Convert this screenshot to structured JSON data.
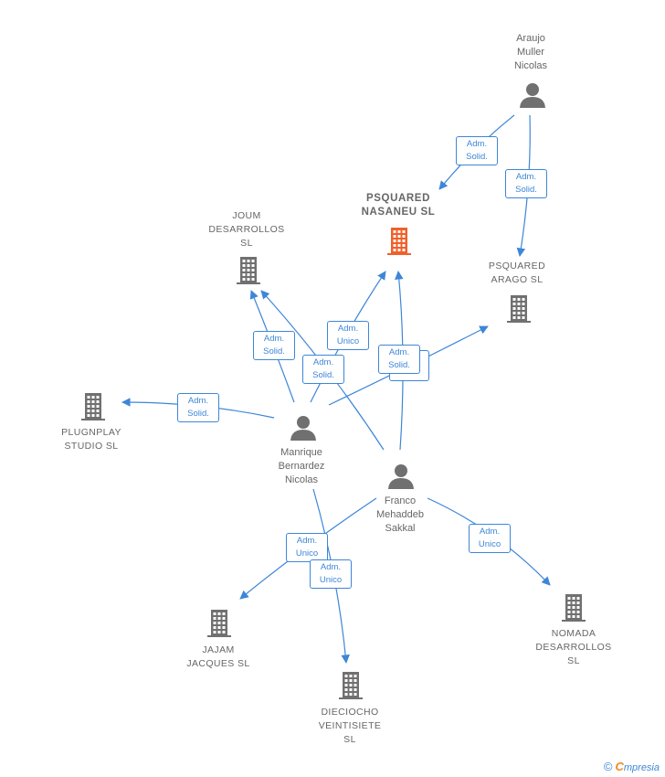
{
  "nodes": {
    "araujo": {
      "label1": "Araujo",
      "label2": "Muller",
      "label3": "Nicolas",
      "icon": "person-icon"
    },
    "psquared_nasaneu": {
      "label1": "PSQUARED",
      "label2": "NASANEU  SL",
      "icon": "building-icon",
      "color": "#f0602a"
    },
    "joum": {
      "label1": "JOUM",
      "label2": "DESARROLLOS",
      "label3": "SL",
      "icon": "building-icon"
    },
    "psquared_arago": {
      "label1": "PSQUARED",
      "label2": "ARAGO  SL",
      "icon": "building-icon"
    },
    "plugnplay": {
      "label1": "PLUGNPLAY",
      "label2": "STUDIO  SL",
      "icon": "building-icon"
    },
    "manrique": {
      "label1": "Manrique",
      "label2": "Bernardez",
      "label3": "Nicolas",
      "icon": "person-icon"
    },
    "franco": {
      "label1": "Franco",
      "label2": "Mehaddeb",
      "label3": "Sakkal",
      "icon": "person-icon"
    },
    "jajam": {
      "label1": "JAJAM",
      "label2": "JACQUES  SL",
      "icon": "building-icon"
    },
    "dieciocho": {
      "label1": "DIECIOCHO",
      "label2": "VEINTISIETE",
      "label3": "SL",
      "icon": "building-icon"
    },
    "nomada": {
      "label1": "NOMADA",
      "label2": "DESARROLLOS",
      "label3": "SL",
      "icon": "building-icon"
    }
  },
  "relations": {
    "r1": {
      "line1": "Adm.",
      "line2": "Solid."
    },
    "r2": {
      "line1": "Adm.",
      "line2": "Solid."
    },
    "r3": {
      "line1": "Adm.",
      "line2": "Solid."
    },
    "r4": {
      "line1": "Adm.",
      "line2": "Solid."
    },
    "r5": {
      "line1": "Adm.",
      "line2": "Unico"
    },
    "r6": {
      "line1": "Adm.",
      "line2": "Solid."
    },
    "r7": {
      "line1": "Adm.",
      "line2": "Solid."
    },
    "r8": {
      "line1": "Adm.",
      "line2": "Unico"
    },
    "r9": {
      "line1": "Adm.",
      "line2": "Unico"
    },
    "r10": {
      "line1": "Adm.",
      "line2": "Unico"
    }
  },
  "colors": {
    "edge": "#3d86d8",
    "icon": "#707070",
    "highlight": "#f0602a"
  },
  "brand": {
    "copyright": "©",
    "initial": "C",
    "rest": "mpresia"
  }
}
